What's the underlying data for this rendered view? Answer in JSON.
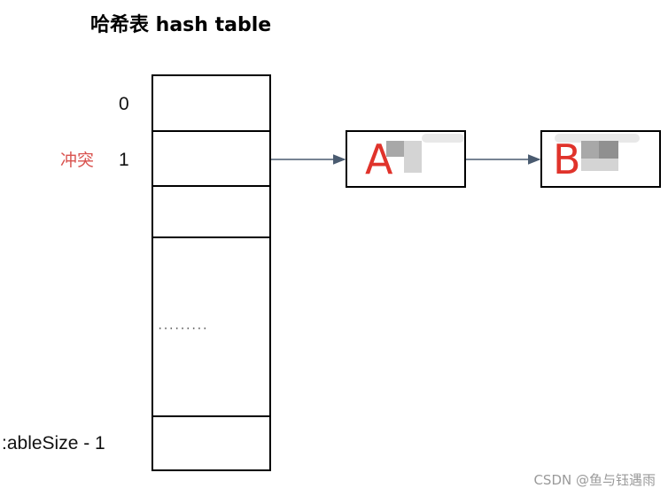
{
  "diagram": {
    "title": "哈希表 hash table",
    "conflict_label": "冲突",
    "rows": [
      {
        "index_label": "0"
      },
      {
        "index_label": "1"
      },
      {
        "index_label": ""
      },
      {
        "index_label": "",
        "ellipsis": "·········"
      },
      {
        "index_label": ":ableSize - 1"
      }
    ],
    "chain_nodes": [
      {
        "label": "A"
      },
      {
        "label": "B"
      }
    ],
    "colors": {
      "conflict": "#d9534f",
      "node_letter": "#e0332b",
      "arrow": "#4a5b70"
    }
  },
  "watermark": "CSDN @鱼与钰遇雨"
}
